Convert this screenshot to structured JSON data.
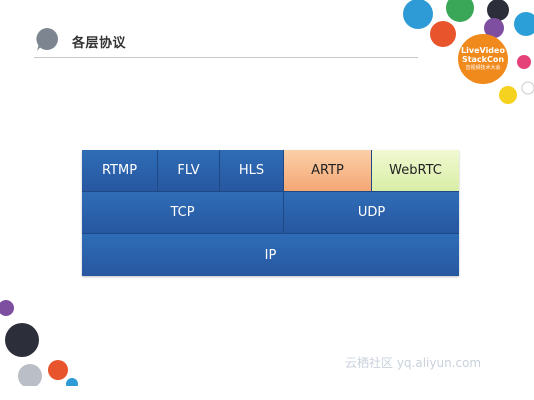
{
  "slide": {
    "title": "各层协议"
  },
  "logo": {
    "line1": "LiveVideo",
    "line2": "StackCon",
    "line3": "音视频技术大会"
  },
  "protocol_stack": {
    "application": [
      "RTMP",
      "FLV",
      "HLS",
      "ARTP",
      "WebRTC"
    ],
    "transport": [
      "TCP",
      "UDP"
    ],
    "network": [
      "IP"
    ]
  },
  "colors": {
    "layer_blue": "#2f6db7",
    "artp_fill": "#f4a774",
    "webrtc_fill": "#d9eea6"
  },
  "watermark": "云栖社区 yq.aliyun.com"
}
